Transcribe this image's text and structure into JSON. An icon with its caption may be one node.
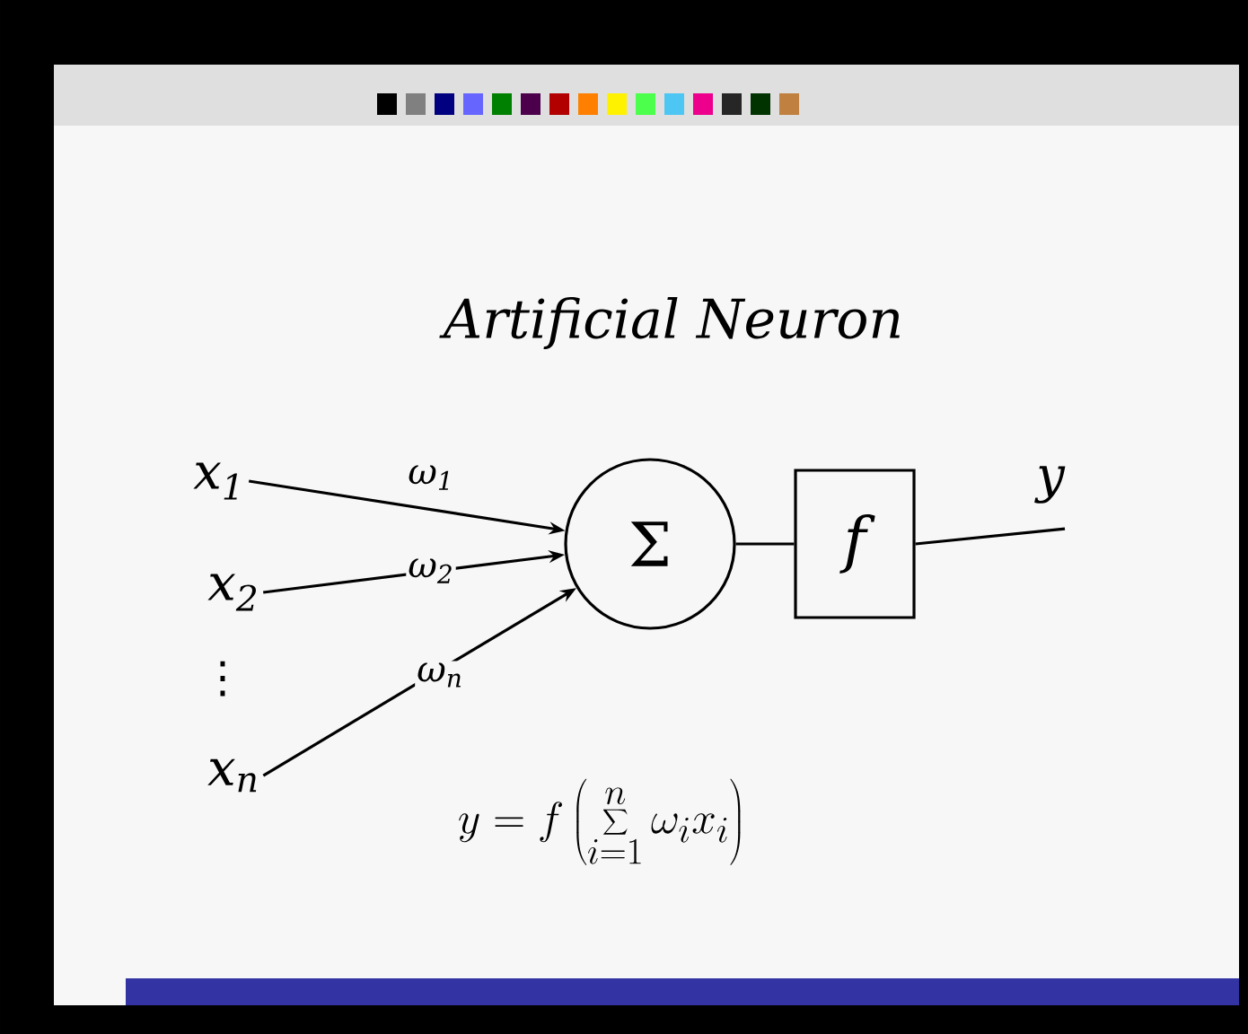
{
  "diagram": {
    "title": "Artificial Neuron",
    "nodes": [
      {
        "text": [
          "x$_{1}$"
        ]
      },
      {
        "text": [
          "x$_{2}$"
        ]
      },
      {
        "text": [
          "x$_{n}$"
        ]
      },
      {
        "text": [
          "Σ"
        ]
      },
      {
        "text": [
          "f"
        ]
      },
      {
        "text": [
          "y"
        ]
      }
    ],
    "edges": [
      {
        "from": 0,
        "to": 3,
        "arrow": "to",
        "label": "ω$_{1}$"
      },
      {
        "from": 1,
        "to": 3,
        "arrow": "to",
        "label": "ω$_{2}$"
      },
      {
        "from": 2,
        "to": 3,
        "arrow": "to",
        "label": "ω$_{n}$"
      },
      {
        "from": 3,
        "to": 4,
        "arrow": "none"
      },
      {
        "from": 4,
        "to": 5,
        "arrow": "none"
      }
    ],
    "labels": [
      "⋮",
      "y = f\\left(\\sum_{i=1}^{n} \\omega_i x_i\\right)"
    ]
  }
}
